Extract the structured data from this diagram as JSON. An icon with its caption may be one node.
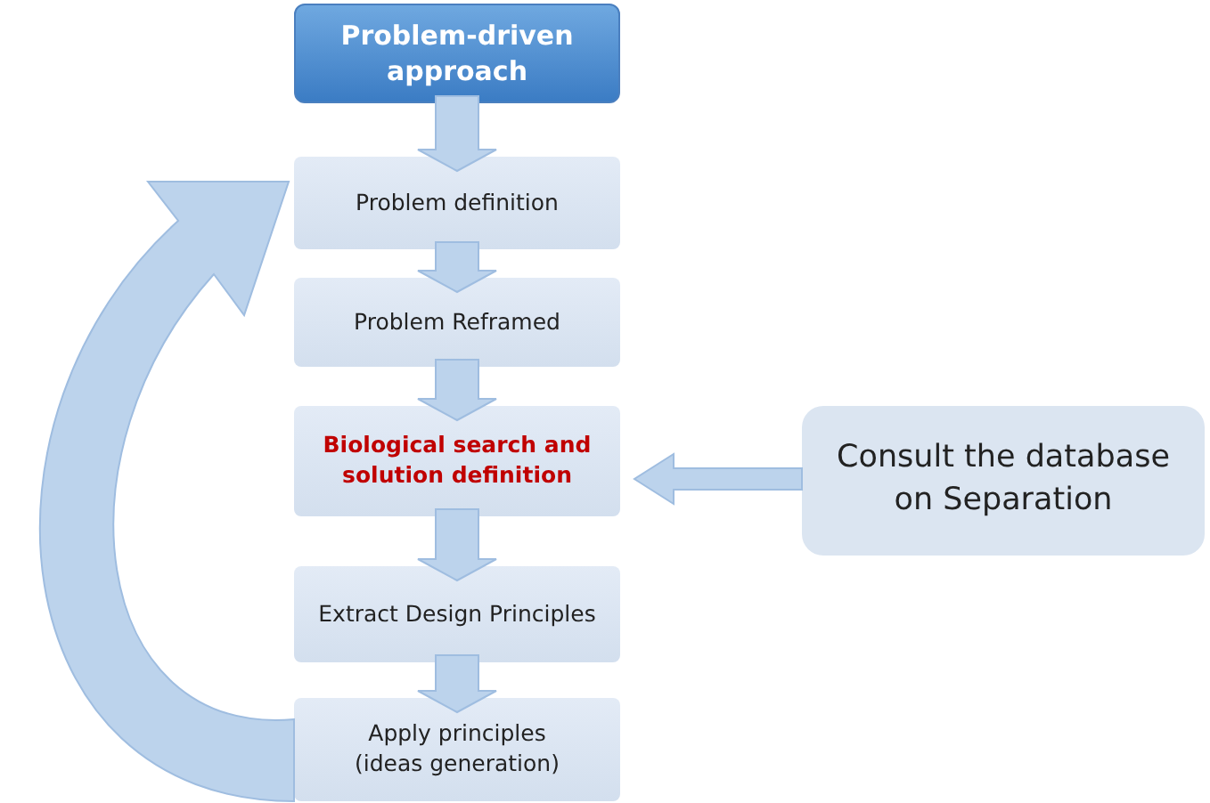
{
  "diagram": {
    "nodes": [
      {
        "text": [
          "Problem-driven approach"
        ]
      },
      {
        "text": [
          "Problem definition"
        ]
      },
      {
        "text": [
          "Problem Reframed"
        ]
      },
      {
        "text": [
          "Biological search and solution definition"
        ]
      },
      {
        "text": [
          "Extract Design Principles"
        ]
      },
      {
        "text": [
          "Apply principles (ideas generation)"
        ]
      },
      {
        "text": [
          "Consult the database on Separation"
        ]
      }
    ],
    "edges": [
      {
        "from": 0,
        "to": 1,
        "arrow": "to"
      },
      {
        "from": 1,
        "to": 2,
        "arrow": "to"
      },
      {
        "from": 2,
        "to": 3,
        "arrow": "to"
      },
      {
        "from": 3,
        "to": 4,
        "arrow": "to"
      },
      {
        "from": 4,
        "to": 5,
        "arrow": "to"
      },
      {
        "from": 6,
        "to": 3,
        "arrow": "to"
      },
      {
        "from": 5,
        "to": 1,
        "arrow": "to"
      }
    ]
  }
}
